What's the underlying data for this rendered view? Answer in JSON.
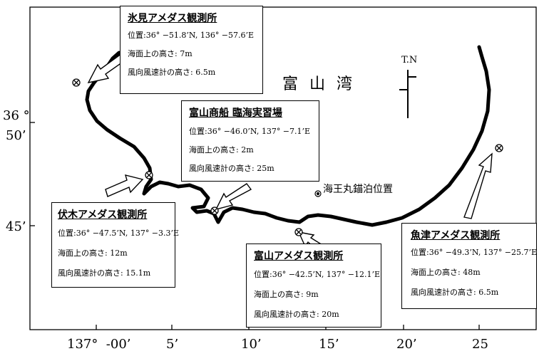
{
  "map": {
    "bay_name": "富山湾",
    "north_label": "T.N",
    "mooring_label": "海王丸錨泊位置",
    "lat_ticks": [
      {
        "label_deg": "36 °",
        "label_min": "50’"
      },
      {
        "label_deg": "",
        "label_min": "45’"
      }
    ],
    "lon_ticks": [
      "137°  -00’",
      "5’",
      "10’",
      "15’",
      "20’",
      "25"
    ]
  },
  "stations": [
    {
      "name": "氷見アメダス観測所",
      "position": "位置:36°  −51.8’N,  136°  −57.6’E",
      "elevation": "海面上の高さ:   7m",
      "anemometer_height": "風向風速計の高さ:   6.5m"
    },
    {
      "name": "富山商船 臨海実習場",
      "position": "位置:36°  −46.0’N,  137°  −7.1’E",
      "elevation": "海面上の高さ:   2m",
      "anemometer_height": "風向風速計の高さ:   25m"
    },
    {
      "name": "伏木アメダス観測所",
      "position": "位置:36°  −47.5’N,  137°  −3.3’E",
      "elevation": "海面上の高さ:   12m",
      "anemometer_height": "風向風速計の高さ:   15.1m"
    },
    {
      "name": "富山アメダス観測所",
      "position": "位置:36°  −42.5’N,  137°  −12.1’E",
      "elevation": "海面上の高さ:   9m",
      "anemometer_height": "風向風速計の高さ:   20m"
    },
    {
      "name": "魚津アメダス観測所",
      "position": "位置:36°  −49.3’N,  137°  −25.7’E",
      "elevation": "海面上の高さ:   48m",
      "anemometer_height": "風向風速計の高さ:   6.5m"
    }
  ]
}
